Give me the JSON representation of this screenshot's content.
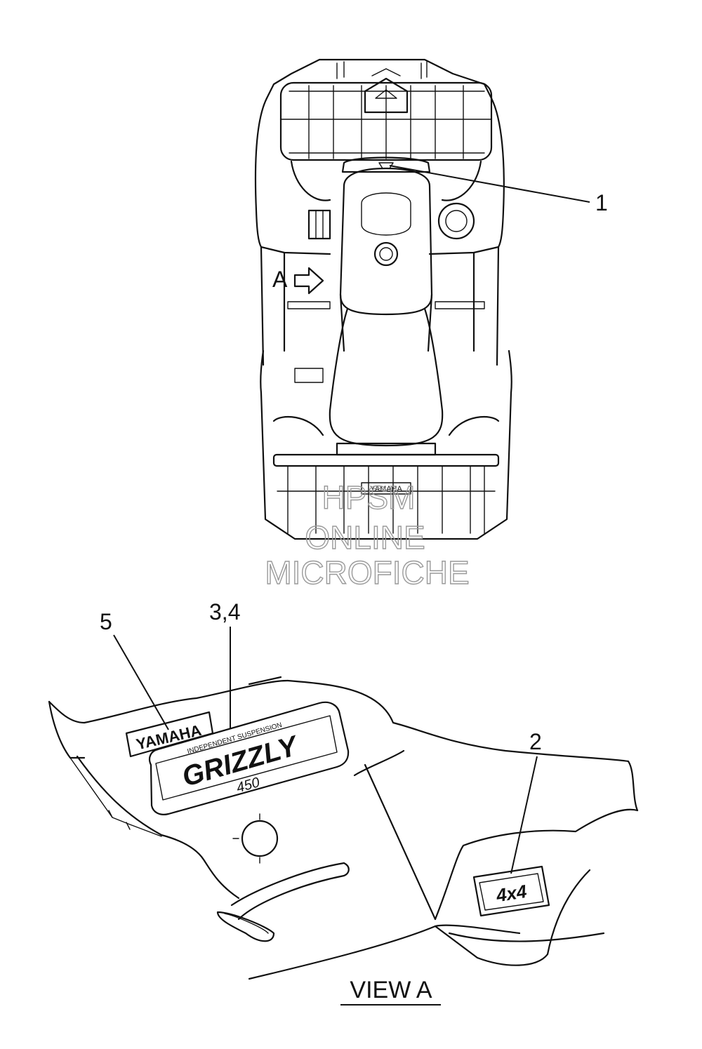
{
  "callouts": {
    "part_1": "1",
    "part_2": "2",
    "part_3_4": "3,4",
    "part_5": "5"
  },
  "view_arrow_label": "A",
  "view_title": "VIEW A",
  "watermark": {
    "line1": "HPSM",
    "line2": "ONLINE",
    "line3": "MICROFICHE"
  },
  "decals": {
    "rear_rack_brand": "YAMAHA",
    "brand": "YAMAHA",
    "suspension_text": "INDEPENDENT SUSPENSION",
    "model_name": "GRIZZLY",
    "model_number": "450",
    "drive_badge": "4x4"
  }
}
